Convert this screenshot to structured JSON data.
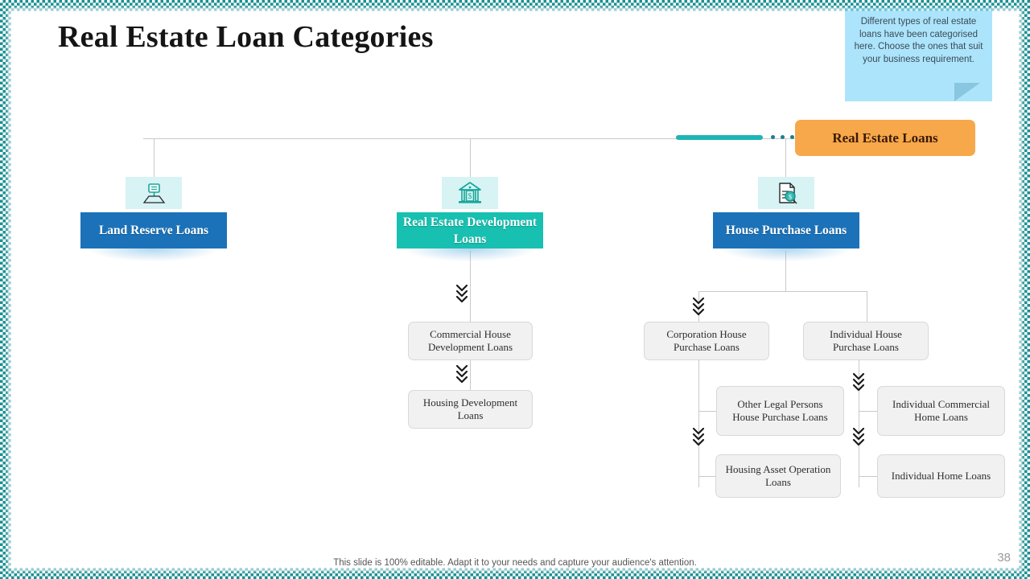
{
  "slide": {
    "title": "Real Estate Loan Categories",
    "footer_note": "This slide is 100% editable. Adapt it to your needs and capture your audience's attention.",
    "page_number": "38"
  },
  "callout": {
    "text": "Different  types of real estate loans have  been categorised here. Choose the ones that suit your business requirement."
  },
  "root": {
    "label": "Real Estate Loans",
    "color": "#f7a84a"
  },
  "categories": [
    {
      "label": "Land Reserve Loans",
      "color": "#1b72b8",
      "icon": "land-plot-signboard-icon"
    },
    {
      "label": "Real Estate Development Loans",
      "color": "#17c0b0",
      "icon": "bank-dollar-building-icon"
    },
    {
      "label": "House Purchase Loans",
      "color": "#1b72b8",
      "icon": "document-dollar-magnifier-icon"
    }
  ],
  "sub_nodes": {
    "development": [
      {
        "label": "Commercial  House Development Loans"
      },
      {
        "label": "Housing Development Loans"
      }
    ],
    "house_purchase_left": [
      {
        "label": "Corporation House Purchase Loans"
      },
      {
        "label": "Other Legal Persons House Purchase Loans"
      },
      {
        "label": "Housing Asset Operation Loans"
      }
    ],
    "house_purchase_right": [
      {
        "label": "Individual House Purchase Loans"
      },
      {
        "label": "Individual Commercial   Home Loans"
      },
      {
        "label": "Individual Home Loans"
      }
    ]
  },
  "theme": {
    "accent_teal": "#17c0b0",
    "accent_blue": "#1b72b8",
    "accent_orange": "#f7a84a",
    "callout_bg": "#ace4fb",
    "connector": "#c9c9c9"
  }
}
